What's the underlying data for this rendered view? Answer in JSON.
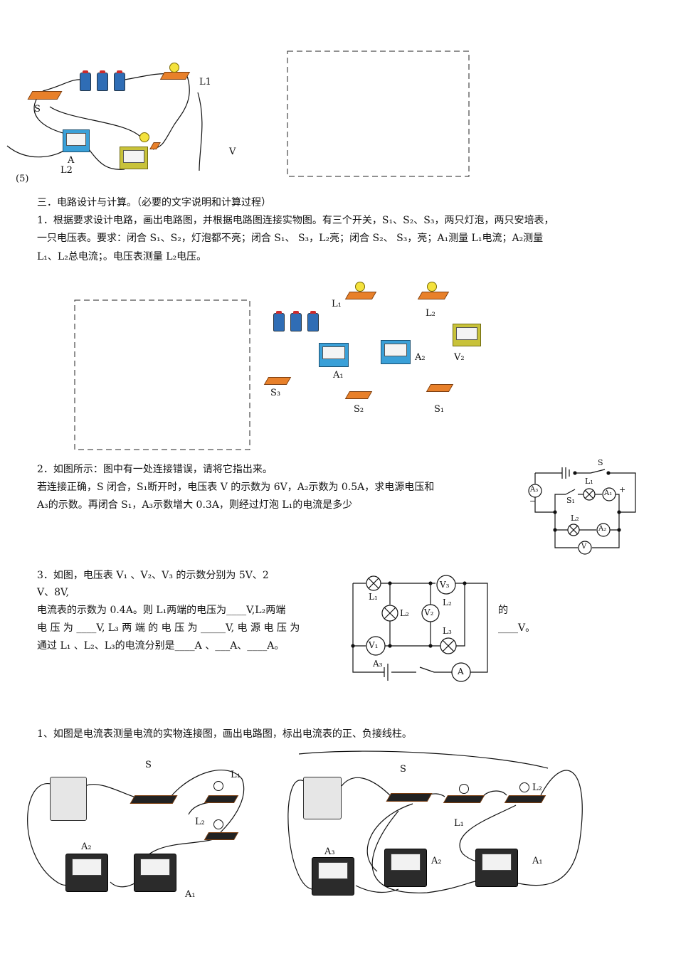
{
  "top": {
    "label_S": "S",
    "label_L1": "L1",
    "label_A": "A",
    "label_L2": "L2",
    "label_V": "V",
    "label_5": "(5)"
  },
  "section3": {
    "heading": "三．电路设计与计算。（必要的文字说明和计算过程）"
  },
  "q1": {
    "line1": "1．根据要求设计电路，画出电路图，并根据电路图连接实物图。有三个开关，S₁、S₂、S₃，两只灯泡，两只安培表，",
    "line2": "一只电压表。要求：闭合 S₁、S₂，灯泡都不亮；闭合 S₁、 S₃，L₂亮；闭合 S₂、 S₃，亮；A₁测量 L₁电流；A₂测量",
    "line3": "L₁、L₂总电流；。电压表测量 L₂电压。",
    "labels": {
      "L1": "L₁",
      "L2": "L₂",
      "A1": "A₁",
      "A2": "A₂",
      "V2": "V₂",
      "S3": "S₃",
      "S2": "S₂",
      "S1": "S₁"
    }
  },
  "q2": {
    "line1": "2．如图所示：图中有一处连接错误，请将它指出来。",
    "line2": "若连接正确，S 闭合，S₁断开时，电压表 V 的示数为 6V，A₂示数为 0.5A，求电源电压和",
    "line3": "A₃的示数。再闭合 S₁，A₃示数增大 0.3A，则经过灯泡 L₁的电流是多少",
    "diagram": {
      "S": "S",
      "S1": "S₁",
      "L1": "L₁",
      "L2": "L₂",
      "A1": "A₁",
      "A2": "A₂",
      "A3": "A₃",
      "V": "V",
      "plus": "+",
      "minus": "−"
    }
  },
  "q3": {
    "line1": "3．如图，电压表 V₁ 、V₂、V₃ 的示数分别为 5V、2",
    "line2": "V、8V,",
    "line3": "电流表的示数为 0.4A。则 L₁两端的电压为____V,L₂两端",
    "line4": "电 压 为 ____V, L₃ 两 端 的 电 压 为 _____V, 电 源 电 压 为",
    "line5": "通过 L₁ 、L₂、L₃的电流分别是____A 、___A、____A。",
    "right1": "的",
    "right2": "____V。",
    "diagram": {
      "L1": "L₁",
      "L2": "L₂",
      "L3": "L₃",
      "V1": "V₁",
      "V2": "V₂",
      "V3": "V₃",
      "A3": "A₃",
      "A": "A"
    }
  },
  "q4": {
    "line1": "1、如图是电流表测量电流的实物连接图，画出电路图，标出电流表的正、负接线柱。",
    "left": {
      "S": "S",
      "L1": "L₁",
      "L2": "L₂",
      "A2": "A₂",
      "A1": "A₁"
    },
    "right": {
      "S": "S",
      "L1": "L₁",
      "L2": "L₂",
      "A3": "A₃",
      "A2": "A₂",
      "A1": "A₁"
    }
  }
}
